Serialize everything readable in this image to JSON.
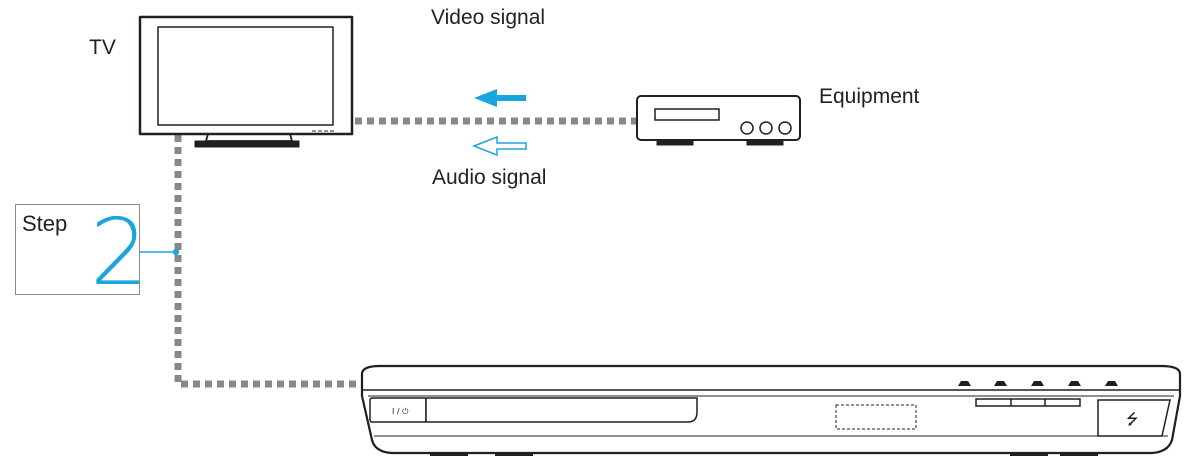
{
  "labels": {
    "tv": "TV",
    "video_signal": "Video signal",
    "equipment": "Equipment",
    "audio_signal": "Audio signal"
  },
  "step": {
    "word": "Step",
    "number": "2"
  },
  "player": {
    "power_label": "I / ⏻",
    "usb_symbol": "⭍"
  },
  "colors": {
    "accent": "#1ba5dd",
    "cable": "#888888",
    "line": "#231f20"
  }
}
